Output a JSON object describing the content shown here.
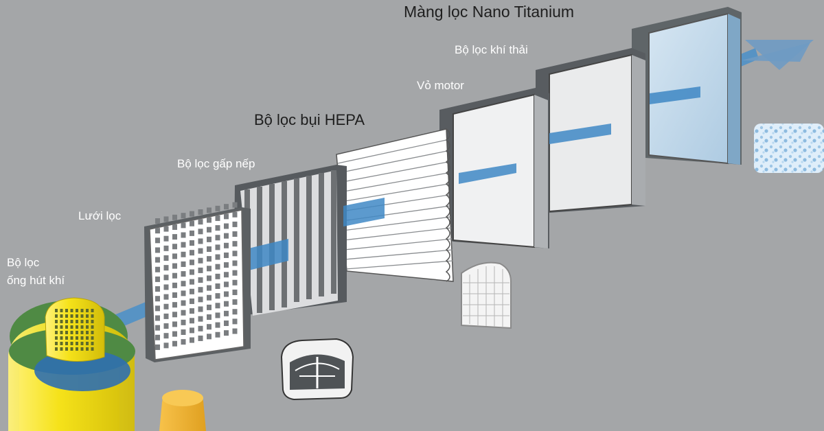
{
  "colors": {
    "background": "#a4a6a8",
    "airflow": "#3f88c5",
    "inlet_yellow": "#f5e21a",
    "inlet_green": "#4f8a44",
    "panel_white": "#f1f2f3",
    "panel_frame": "#6f7275",
    "nano_panel": "#c7dcec"
  },
  "labels": {
    "intake_line1": "Bộ lọc",
    "intake_line2": "ống hút khí",
    "mesh": "Lưới lọc",
    "pleated": "Bộ lọc gấp nếp",
    "hepa": "Bộ lọc bụi HEPA",
    "motor": "Vỏ motor",
    "exhaust": "Bộ lọc khí thải",
    "nano": "Màng lọc Nano Titanium"
  }
}
